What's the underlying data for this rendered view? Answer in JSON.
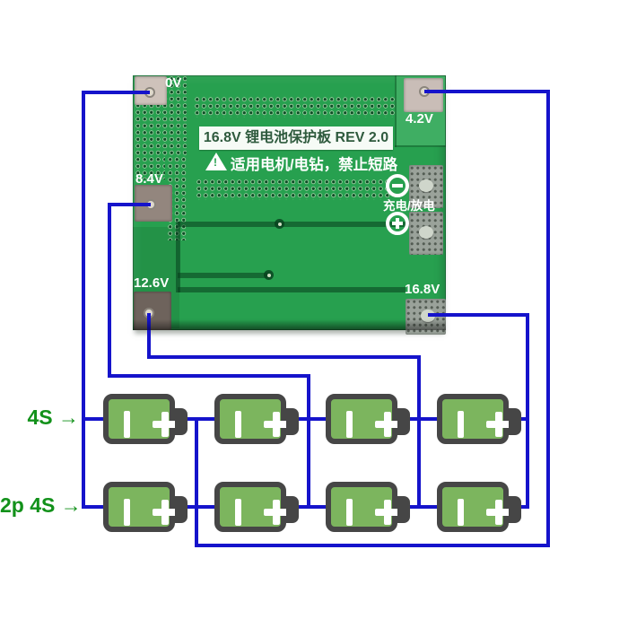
{
  "board": {
    "banner": "16.8V 锂电池保护板 REV 2.0",
    "warning": "适用电机/电钻，禁止短路",
    "warning_mark": "!",
    "charge_discharge": "充电/放电",
    "pad_0v": "0V",
    "pad_4_2v": "4.2V",
    "pad_8_4v": "8.4V",
    "pad_12_6v": "12.6V",
    "pad_16_8v": "16.8V",
    "minus_circle_symbol": "−",
    "plus_circle_symbol": "+"
  },
  "pack": {
    "row1_label": "4S",
    "row2_label": "2p 4S",
    "arrow": "→",
    "cell_minus_symbol": "|",
    "cell_plus_symbol": "+"
  },
  "colors": {
    "wire_blue": "#1513cb",
    "pcb_green": "#27a04f",
    "cell_green": "#7cb55e",
    "label_green": "#12911a"
  }
}
